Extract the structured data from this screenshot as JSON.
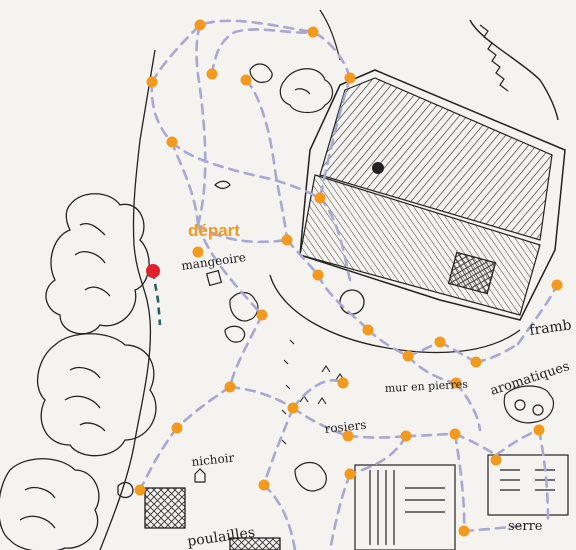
{
  "map": {
    "start_label": "départ",
    "labels": {
      "feeder": "mangeoire",
      "stone_wall": "mur en pierres",
      "roses": "rosiers",
      "nest_box": "nichoir",
      "raspberries": "framb",
      "aromatics": "aromatiques",
      "greenhouse": "serre",
      "hens": "poulailles"
    },
    "colors": {
      "path": "#a8a8d0",
      "waypoint": "#f39a1e",
      "start_marker": "#e0202a",
      "start_connector": "#2f5f66",
      "ink": "#1e1e1e"
    },
    "icons": {
      "start": "red-dot-marker",
      "waypoint": "orange-dot",
      "house": "hatched-roof-house"
    }
  }
}
